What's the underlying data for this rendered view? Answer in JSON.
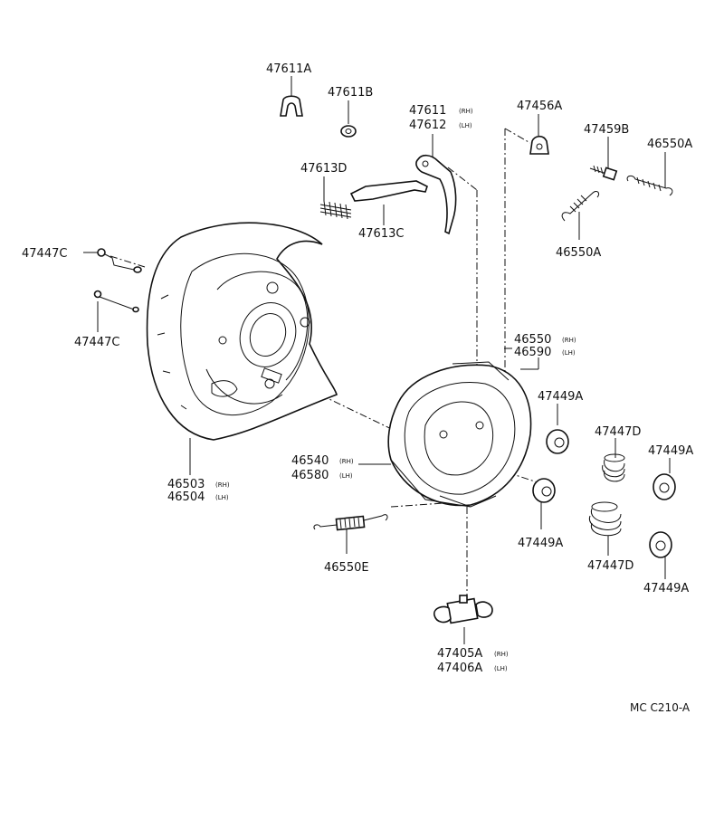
{
  "labels": {
    "p47611A": "47611A",
    "p47611B": "47611B",
    "p47611": "47611",
    "p47611_side": "(RH)",
    "p47612": "47612",
    "p47612_side": "(LH)",
    "p47456A": "47456A",
    "p47459B": "47459B",
    "p46550A_top": "46550A",
    "p47613D": "47613D",
    "p47613C": "47613C",
    "p46550A_mid": "46550A",
    "p47447C_top": "47447C",
    "p47447C_bot": "47447C",
    "p46550": "46550",
    "p46550_side": "(RH)",
    "p46590": "46590",
    "p46590_side": "(LH)",
    "p47449A_1": "47449A",
    "p47447D_1": "47447D",
    "p47449A_2": "47449A",
    "p46503": "46503",
    "p46503_side": "(RH)",
    "p46504": "46504",
    "p46504_side": "(LH)",
    "p46540": "46540",
    "p46540_side": "(RH)",
    "p46580": "46580",
    "p46580_side": "(LH)",
    "p47449A_3": "47449A",
    "p47447D_2": "47447D",
    "p46550E": "46550E",
    "p47449A_4": "47449A",
    "p47405A": "47405A",
    "p47405A_side": "(RH)",
    "p47406A": "47406A",
    "p47406A_side": "(LH)"
  },
  "diagram_code": "MC C210-A"
}
